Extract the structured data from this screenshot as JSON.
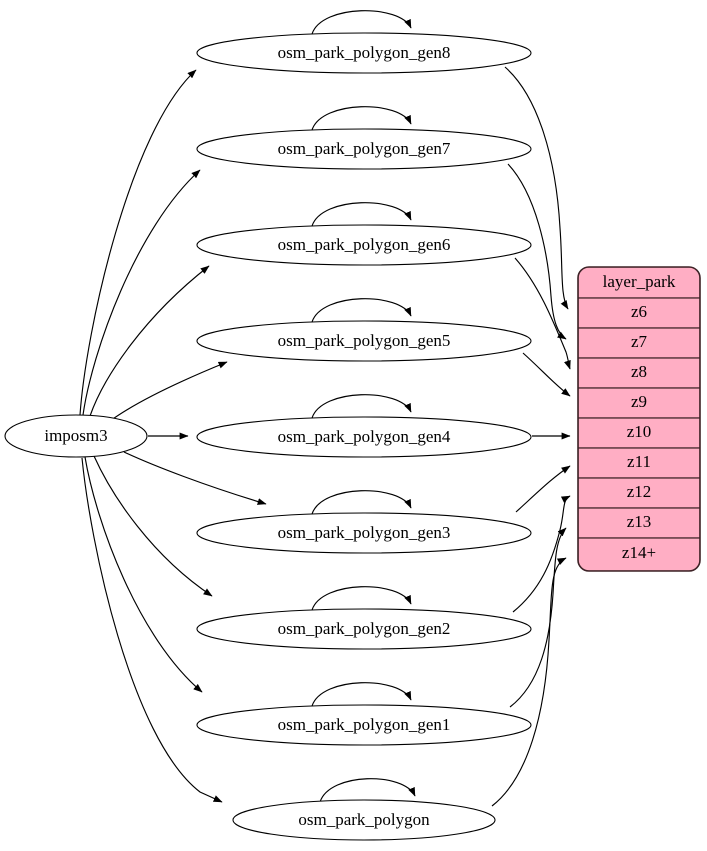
{
  "diagram": {
    "type": "directed-graph",
    "title": "",
    "source_node": {
      "id": "imposm3",
      "label": "imposm3",
      "shape": "ellipse"
    },
    "tables": [
      {
        "id": "osm_park_polygon_gen8",
        "label": "osm_park_polygon_gen8",
        "shape": "ellipse",
        "has_self_loop": true,
        "target_row": "z6"
      },
      {
        "id": "osm_park_polygon_gen7",
        "label": "osm_park_polygon_gen7",
        "shape": "ellipse",
        "has_self_loop": true,
        "target_row": "z7"
      },
      {
        "id": "osm_park_polygon_gen6",
        "label": "osm_park_polygon_gen6",
        "shape": "ellipse",
        "has_self_loop": true,
        "target_row": "z8"
      },
      {
        "id": "osm_park_polygon_gen5",
        "label": "osm_park_polygon_gen5",
        "shape": "ellipse",
        "has_self_loop": true,
        "target_row": "z9"
      },
      {
        "id": "osm_park_polygon_gen4",
        "label": "osm_park_polygon_gen4",
        "shape": "ellipse",
        "has_self_loop": true,
        "target_row": "z10"
      },
      {
        "id": "osm_park_polygon_gen3",
        "label": "osm_park_polygon_gen3",
        "shape": "ellipse",
        "has_self_loop": true,
        "target_row": "z11"
      },
      {
        "id": "osm_park_polygon_gen2",
        "label": "osm_park_polygon_gen2",
        "shape": "ellipse",
        "has_self_loop": true,
        "target_row": "z12"
      },
      {
        "id": "osm_park_polygon_gen1",
        "label": "osm_park_polygon_gen1",
        "shape": "ellipse",
        "has_self_loop": true,
        "target_row": "z13"
      },
      {
        "id": "osm_park_polygon",
        "label": "osm_park_polygon",
        "shape": "ellipse",
        "has_self_loop": true,
        "target_row": "z14+"
      }
    ],
    "layer": {
      "id": "layer_park",
      "header": "layer_park",
      "shape": "rounded-record",
      "fill_color": "#ffaec4",
      "border_color": "#3d2226",
      "rows": [
        {
          "label": "z6"
        },
        {
          "label": "z7"
        },
        {
          "label": "z8"
        },
        {
          "label": "z9"
        },
        {
          "label": "z10"
        },
        {
          "label": "z11"
        },
        {
          "label": "z12"
        },
        {
          "label": "z13"
        },
        {
          "label": "z14+"
        }
      ]
    },
    "edges": [
      {
        "from": "imposm3",
        "to": "osm_park_polygon_gen8"
      },
      {
        "from": "imposm3",
        "to": "osm_park_polygon_gen7"
      },
      {
        "from": "imposm3",
        "to": "osm_park_polygon_gen6"
      },
      {
        "from": "imposm3",
        "to": "osm_park_polygon_gen5"
      },
      {
        "from": "imposm3",
        "to": "osm_park_polygon_gen4"
      },
      {
        "from": "imposm3",
        "to": "osm_park_polygon_gen3"
      },
      {
        "from": "imposm3",
        "to": "osm_park_polygon_gen2"
      },
      {
        "from": "imposm3",
        "to": "osm_park_polygon_gen1"
      },
      {
        "from": "imposm3",
        "to": "osm_park_polygon"
      },
      {
        "from": "osm_park_polygon_gen8",
        "to": "layer_park:z6"
      },
      {
        "from": "osm_park_polygon_gen7",
        "to": "layer_park:z7"
      },
      {
        "from": "osm_park_polygon_gen6",
        "to": "layer_park:z8"
      },
      {
        "from": "osm_park_polygon_gen5",
        "to": "layer_park:z9"
      },
      {
        "from": "osm_park_polygon_gen4",
        "to": "layer_park:z10"
      },
      {
        "from": "osm_park_polygon_gen3",
        "to": "layer_park:z11"
      },
      {
        "from": "osm_park_polygon_gen2",
        "to": "layer_park:z12"
      },
      {
        "from": "osm_park_polygon_gen1",
        "to": "layer_park:z13"
      },
      {
        "from": "osm_park_polygon",
        "to": "layer_park:z14+"
      }
    ]
  }
}
